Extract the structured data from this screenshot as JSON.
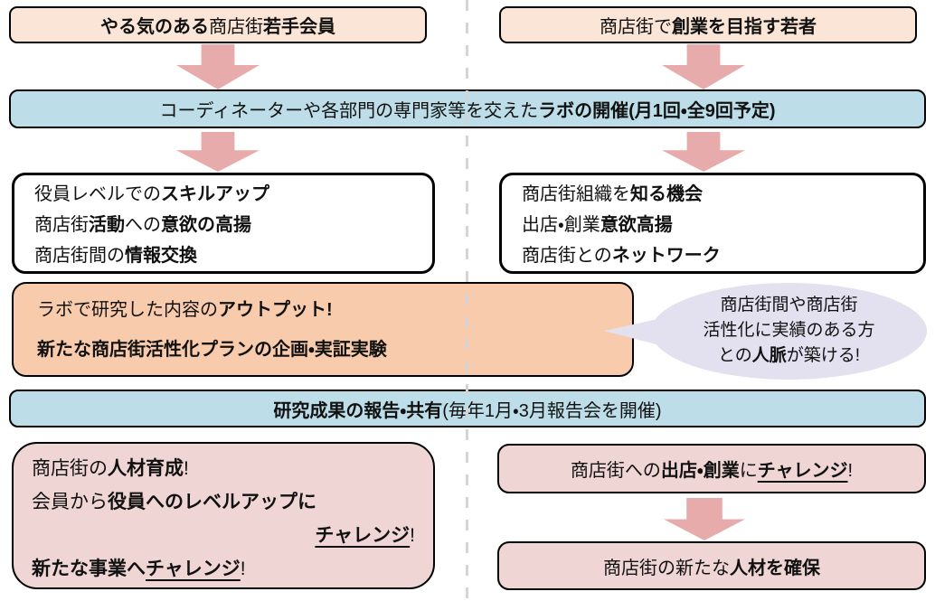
{
  "colors": {
    "peach": "#fbe5d6",
    "blue": "#bddee8",
    "orange": "#f8cbad",
    "pink": "#f0d5d5",
    "lavender": "#e3e0ef",
    "arrow": "#e6abaa",
    "divider": "#d4d4d4",
    "border": "#000000"
  },
  "top_left": {
    "runs": [
      {
        "t": "やる気のある",
        "b": true
      },
      {
        "t": "商店街"
      },
      {
        "t": "若手会員",
        "b": true
      }
    ]
  },
  "top_right": {
    "runs": [
      {
        "t": "商店街で"
      },
      {
        "t": "創業を目指す若者",
        "b": true
      }
    ]
  },
  "lab_bar": {
    "runs": [
      {
        "t": "コーディネーターや各部門の専門家等を交えた"
      },
      {
        "t": "ラボの開催(月1回・全9回予定)",
        "b": true
      }
    ]
  },
  "left_outcome": {
    "lines": {
      "0": [
        {
          "t": "役員レベルでの"
        },
        {
          "t": "スキルアップ",
          "b": true
        }
      ],
      "1": [
        {
          "t": "商店街"
        },
        {
          "t": "活動",
          "b": true
        },
        {
          "t": "への"
        },
        {
          "t": "意欲の高揚",
          "b": true
        }
      ],
      "2": [
        {
          "t": "商店街間の"
        },
        {
          "t": "情報交換",
          "b": true
        }
      ]
    }
  },
  "right_outcome": {
    "lines": {
      "0": [
        {
          "t": "商店街組織を"
        },
        {
          "t": "知る機会",
          "b": true
        }
      ],
      "1": [
        {
          "t": "出店・創業"
        },
        {
          "t": "意欲高揚",
          "b": true
        }
      ],
      "2": [
        {
          "t": "商店街との"
        },
        {
          "t": "ネットワーク",
          "b": true
        }
      ]
    }
  },
  "output_box": {
    "lines": {
      "0": [
        {
          "t": "ラボで研究した内容の"
        },
        {
          "t": "アウトプット!",
          "b": true
        }
      ],
      "1": [
        {
          "t": "新たな商店街活性化プランの企画・実証実験",
          "b": true
        }
      ]
    }
  },
  "bubble": {
    "lines": {
      "0": [
        {
          "t": "商店街間や商店街"
        }
      ],
      "1": [
        {
          "t": "活性化に実績のある方"
        }
      ],
      "2": [
        {
          "t": "との"
        },
        {
          "t": "人脈",
          "b": true
        },
        {
          "t": "が築ける!"
        }
      ]
    }
  },
  "report_bar": {
    "runs": [
      {
        "t": "研究成果の報告・共有",
        "b": true
      },
      {
        "t": "(毎年1月・3月報告会を開催)"
      }
    ]
  },
  "bottom_left": {
    "lines": {
      "0": [
        {
          "t": "商店街の"
        },
        {
          "t": "人材育成",
          "b": true
        },
        {
          "t": "!"
        }
      ],
      "1": [
        {
          "t": "会員から"
        },
        {
          "t": "役員へのレベルアップに",
          "b": true
        }
      ],
      "2": [
        {
          "t": "チャレンジ",
          "b": true,
          "u": true
        },
        {
          "t": "!"
        }
      ],
      "3": [
        {
          "t": "新たな事業へ",
          "b": true
        },
        {
          "t": "チャレンジ",
          "b": true,
          "u": true
        },
        {
          "t": "!"
        }
      ]
    }
  },
  "bottom_right_challenge": {
    "runs": [
      {
        "t": "商店街への"
      },
      {
        "t": "出店・創業",
        "b": true
      },
      {
        "t": "に"
      },
      {
        "t": "チャレンジ",
        "b": true,
        "u": true
      },
      {
        "t": "!"
      }
    ]
  },
  "bottom_right_secure": {
    "runs": [
      {
        "t": "商店街の新たな"
      },
      {
        "t": "人材を確保",
        "b": true
      }
    ]
  }
}
